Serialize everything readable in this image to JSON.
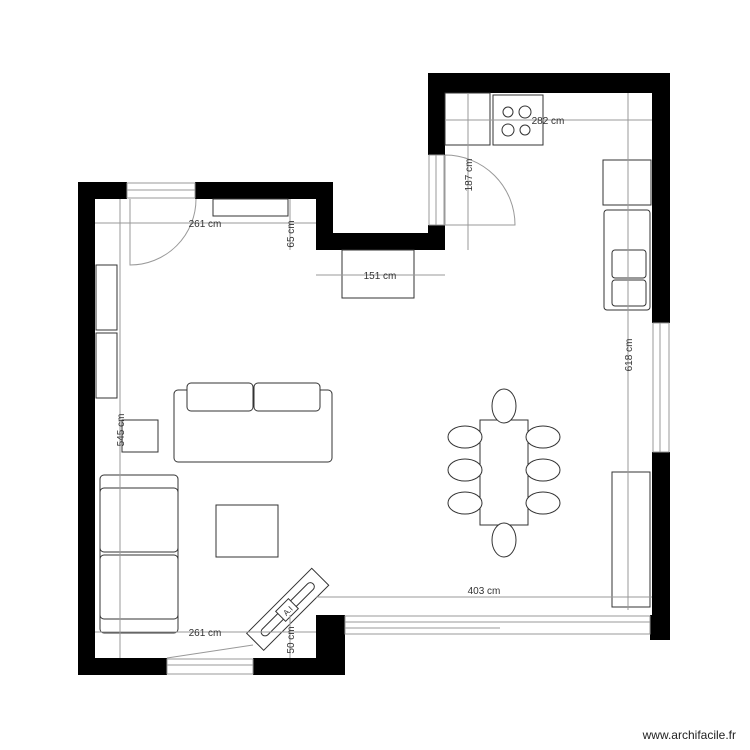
{
  "plan": {
    "dimensions": {
      "top_left_width": "261 cm",
      "top_recess_depth": "65 cm",
      "recess_width": "151 cm",
      "kitchen_depth": "187 cm",
      "kitchen_width": "282 cm",
      "right_height": "618 cm",
      "left_height": "545 cm",
      "bottom_right_width": "403 cm",
      "bottom_left_width": "261 cm",
      "bottom_step_depth": "50 cm"
    },
    "tv_label": "A.I",
    "colors": {
      "wall": "#000000",
      "dimension": "#999999",
      "furniture": "#333333"
    }
  },
  "watermark": "www.archifacile.fr"
}
